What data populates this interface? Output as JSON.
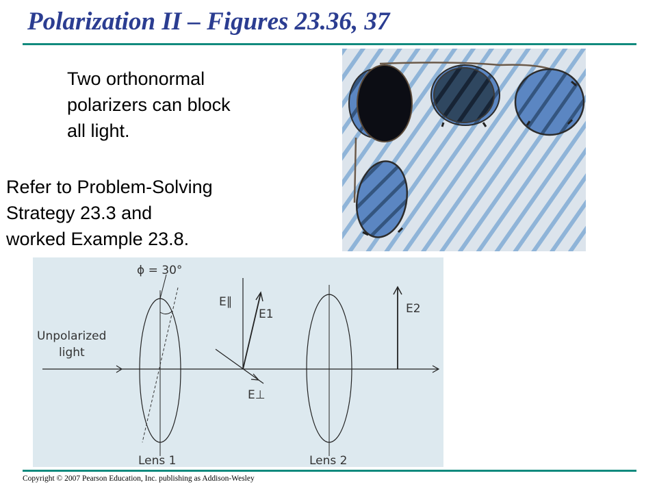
{
  "slide": {
    "title": "Polarization II – Figures 23.36, 37",
    "text_block_1": [
      "Two orthonormal",
      "polarizers can block",
      "all light."
    ],
    "text_block_2": [
      "Refer to Problem-Solving",
      "Strategy 23.3 and",
      "worked Example 23.8."
    ],
    "copyright": "Copyright © 2007 Pearson Education, Inc. publishing as Addison-Wesley"
  },
  "diagram": {
    "phi_label": "ϕ = 30°",
    "unpolarized_label": [
      "Unpolarized",
      "light"
    ],
    "e_parallel": "E∥",
    "e1": "E1",
    "e_perp": "E⊥",
    "e2": "E2",
    "lens1": "Lens 1",
    "lens2": "Lens 2"
  },
  "colors": {
    "title": "#2b3d91",
    "rule": "#118a7e",
    "diagram_bg": "#dde9ef",
    "photo_bg": "#dce4ec",
    "photo_stripe": "#8fb4d8",
    "lens_blue": "#5b86c2",
    "lens_dark": "#0c0d14"
  }
}
